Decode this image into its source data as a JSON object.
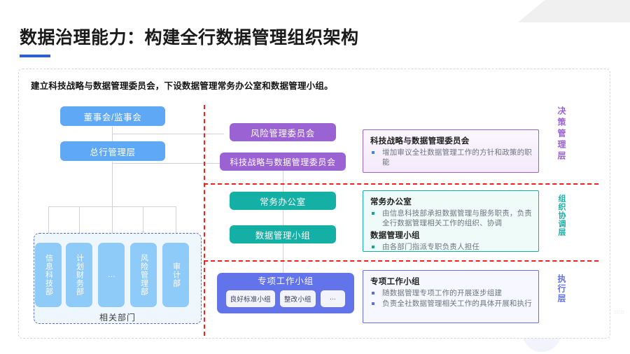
{
  "title": "数据治理能力：构建全行数据管理组织架构",
  "panel_caption": "建立科技战略与数据管理委员会，下设数据管理常务办公室和数据管理小组。",
  "org_chart": {
    "top_nodes": [
      {
        "label": "董事会/监事会",
        "color": "#5fa8f5"
      },
      {
        "label": "总行管理层",
        "color": "#5fa8f5"
      }
    ],
    "departments": {
      "group_label": "相关部门",
      "items": [
        "信息科技部",
        "计划财务部",
        "…",
        "风险管理部",
        "审计部"
      ],
      "color": "#8fcbf9"
    },
    "committee_nodes": [
      {
        "label": "风险管理委员会",
        "color": "#9b62d4"
      },
      {
        "label": "科技战略与数据管理委员会",
        "color": "#9b62d4"
      }
    ],
    "office_nodes": [
      {
        "label": "常务办公室",
        "color": "#14b0a6"
      },
      {
        "label": "数据管理小组",
        "color": "#14b0a6"
      }
    ],
    "task_force": {
      "label": "专项工作小组",
      "color": "#6374ea",
      "chips": [
        "良好标准小组",
        "整改小组",
        "…"
      ]
    }
  },
  "info_cards": [
    {
      "heading": "科技战略与数据管理委员会",
      "bullets": [
        "增加审议全社数据管理工作的方针和政策的职能"
      ],
      "accent": "#9b62d4"
    },
    {
      "heading": "常务办公室",
      "bullets": [
        "由信息科技部承担数据管理与服务职责，负责全行数据管理相关工作的组织、协调"
      ],
      "heading2": "数据管理小组",
      "bullets2": [
        "由各部门指派专职负责人担任"
      ],
      "accent": "#14b0a6"
    },
    {
      "heading": "专项工作小组",
      "bullets": [
        "随数据管理专项工作的开展逐步组建",
        "负责全社数据管理相关工作的具体开展和执行"
      ],
      "accent": "#6374ea"
    }
  ],
  "layers": [
    {
      "label": "决策管理层",
      "color": "#9b62d4"
    },
    {
      "label": "组织协调层",
      "color": "#14b0a6"
    },
    {
      "label": "执行层",
      "color": "#6374ea"
    }
  ],
  "colors": {
    "title_rule": "#2f5fd0",
    "divider_red": "#fc1c1c",
    "panel_border": "#d6d6dc"
  }
}
